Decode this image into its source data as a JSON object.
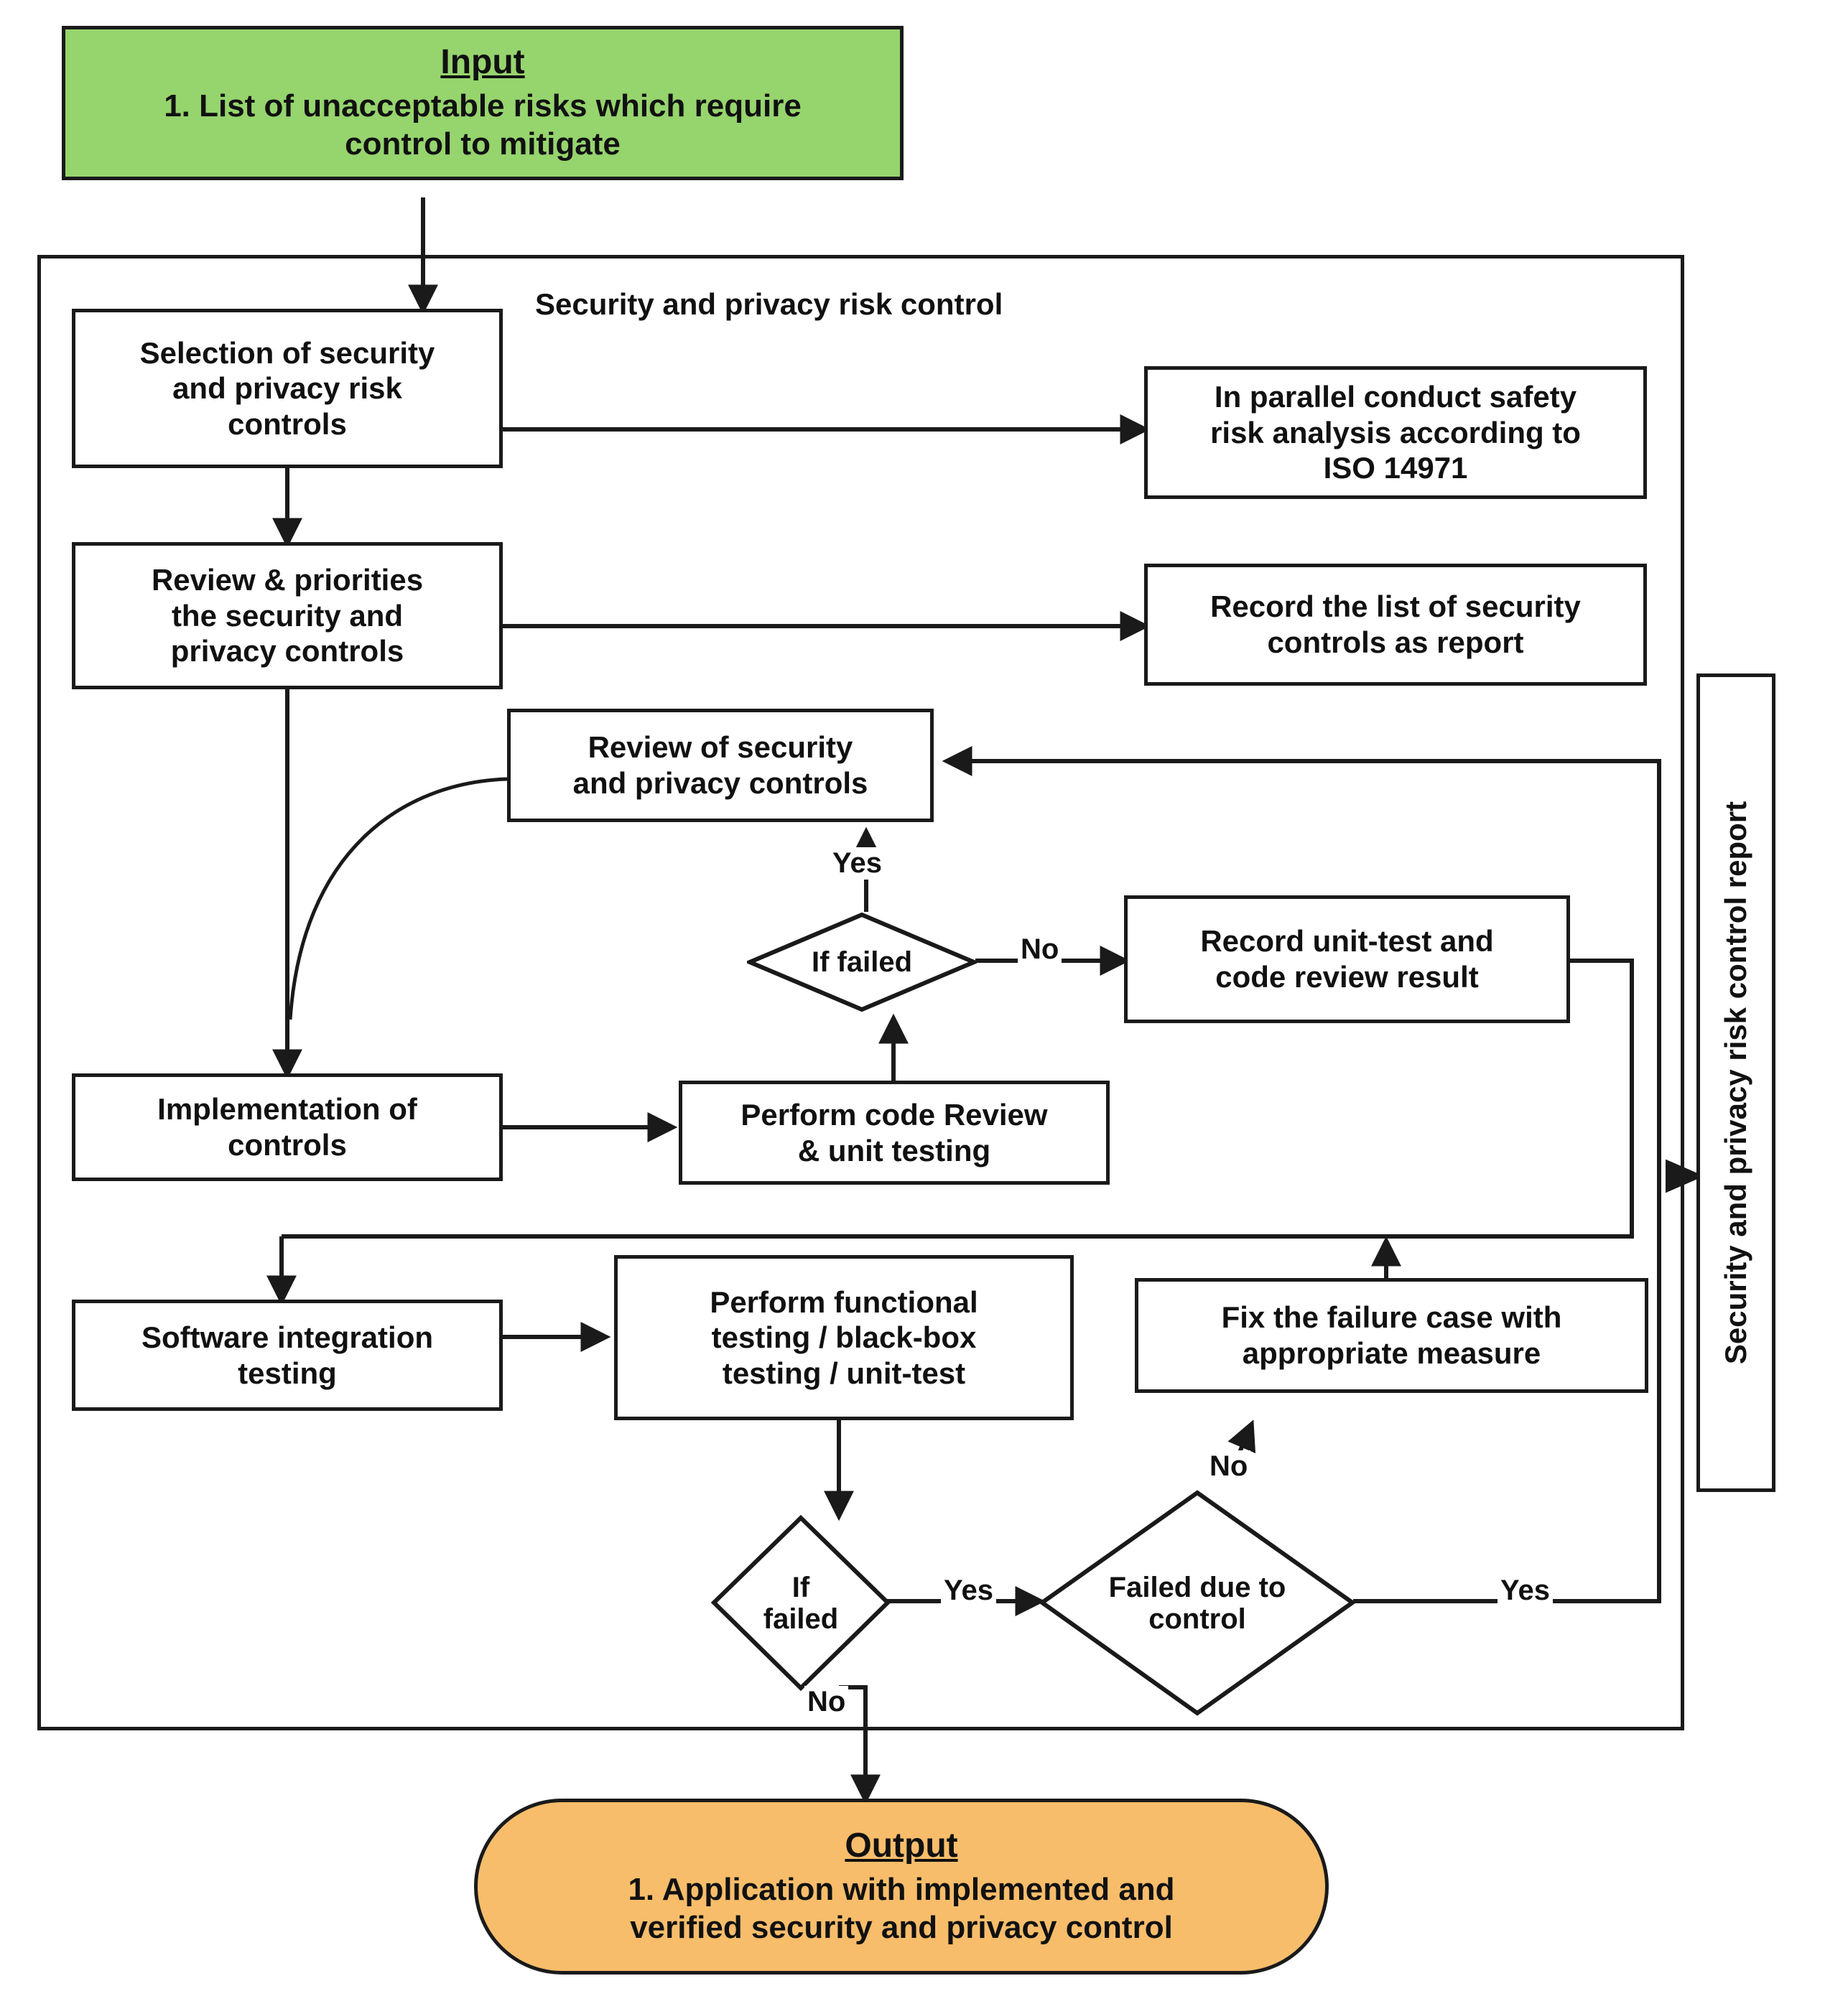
{
  "diagram": {
    "title": "Security and privacy risk control",
    "container_label": "Security and privacy risk control",
    "colors": {
      "input_fill": "#96d46e",
      "output_fill": "#f7bd6b",
      "stroke": "#1a1a1a",
      "box_fill": "#ffffff",
      "text": "#111111"
    }
  },
  "input": {
    "title": "Input",
    "body": "1. List of unacceptable risks which require\ncontrol to mitigate"
  },
  "output": {
    "title": "Output",
    "body": "1. Application with implemented and\nverified security and privacy control"
  },
  "side_report": {
    "label": "Security and privacy risk control report"
  },
  "nodes": {
    "selection": "Selection of security\nand privacy risk\ncontrols",
    "parallel_safety": "In parallel conduct safety\nrisk analysis according to\nISO 14971",
    "review_priorities": "Review & priorities\nthe security and\nprivacy controls",
    "record_controls": "Record the list of security\ncontrols as report",
    "review_controls": "Review of security\nand privacy controls",
    "record_unit_test": "Record unit-test and\ncode review result",
    "implementation": "Implementation of\ncontrols",
    "code_review": "Perform code Review\n& unit testing",
    "software_integration": "Software integration\ntesting",
    "functional_testing": "Perform functional\ntesting / black-box\ntesting / unit-test",
    "fix_failure": "Fix the failure case with\nappropriate measure"
  },
  "decisions": {
    "if_failed_code": "If failed",
    "if_failed_func": "If\nfailed",
    "failed_due_control": "Failed due to\ncontrol"
  },
  "edge_labels": {
    "yes_review": "Yes",
    "no_record": "No",
    "yes_func_failed": "Yes",
    "no_func_failed": "No",
    "no_fix": "No",
    "yes_control": "Yes"
  }
}
